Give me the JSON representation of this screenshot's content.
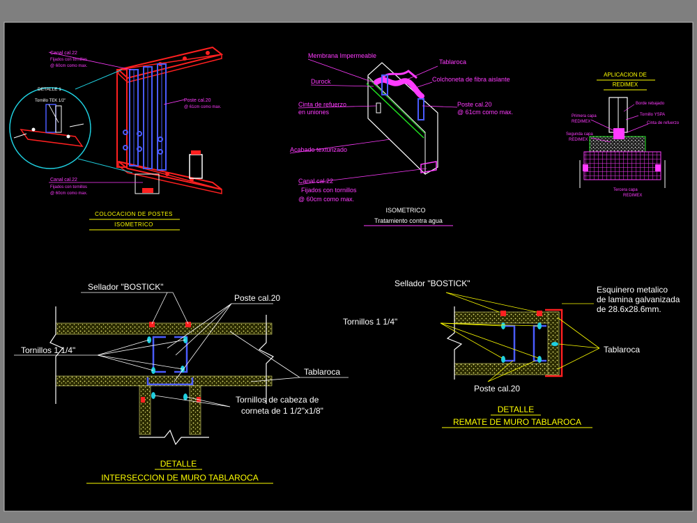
{
  "colors": {
    "background": "#000000",
    "margin": "#7f7f7f",
    "label_magenta": "#ff3bff",
    "label_white": "#ffffff",
    "title_yellow": "#ffff00",
    "steel_blue": "#4a5cff",
    "track_red": "#ff2020",
    "gypsum_yellow": "#e8e87a",
    "leader_yellow": "#ffff00",
    "outline_white": "#e0e0e0"
  },
  "top_left": {
    "canal_top": "Canal cal.22",
    "canal_top_note1": "Fijados con tornillos",
    "canal_top_note2": "@ 60cm como max.",
    "detalle_label": "DETALLE 1",
    "tornillo_label": "Tornillo TEK 1/2\"",
    "poste_label": "Poste cal.20",
    "poste_note": "@ 61cm como max.",
    "canal_bottom": "Canal cal.22",
    "canal_bottom_note1": "Fijados con tornillos",
    "canal_bottom_note2": "@ 60cm como max.",
    "title1": "COLOCACION DE POSTES",
    "title2": "ISOMETRICO"
  },
  "top_middle": {
    "membrana": "Membrana Impermeable",
    "tablaroca": "Tablaroca",
    "durock": "Durock",
    "colchoneta": "Colchoneta de fibra aislante",
    "cinta": "Cinta de refuerzo",
    "cinta2": "en uniones",
    "poste": "Poste cal.20",
    "poste_note": "@ 61cm como max.",
    "acabado": "Acabado texturizado",
    "canal": "Canal cal.22",
    "canal_note1": "Fijados con tornillos",
    "canal_note2": "@ 60cm como max.",
    "title1": "ISOMETRICO",
    "title2": "Tratamiento contra agua"
  },
  "top_right": {
    "title1": "APLICACION DE",
    "title2": "REDIMEX",
    "borde": "Borde rebajado",
    "tornillo": "Tornillo YSPA",
    "primera1": "Primera capa",
    "primera2": "REDIMEX",
    "cinta": "Cinta de refuerzo",
    "segunda1": "Segunda capa",
    "segunda2": "REDIMEX",
    "tercera1": "Tercera capa",
    "tercera2": "REDIMEX"
  },
  "bottom_left": {
    "sellador": "Sellador  \"BOSTICK\"",
    "poste": "Poste cal.20",
    "tornillos": "Tornillos  1 1/4\"",
    "tablaroca": "Tablaroca",
    "tornillos_cabeza1": "Tornillos   de cabeza de",
    "tornillos_cabeza2": "corneta de 1 1/2\"x1/8\"",
    "title1": "DETALLE",
    "title2": "INTERSECCION DE MURO TABLAROCA"
  },
  "bottom_right": {
    "sellador": "Sellador  \"BOSTICK\"",
    "esquinero1": "Esquinero metalico",
    "esquinero2": "de lamina galvanizada",
    "esquinero3": "de 28.6x28.6mm.",
    "tornillos": "Tornillos   1 1/4\"",
    "tablaroca": "Tablaroca",
    "poste": "Poste cal.20",
    "title1": "DETALLE",
    "title2": "REMATE DE MURO TABLAROCA"
  }
}
